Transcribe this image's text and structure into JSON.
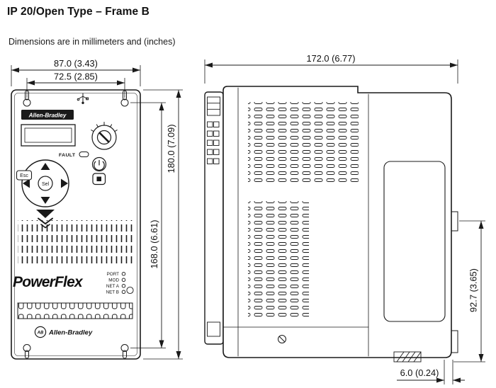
{
  "header": {
    "title": "IP 20/Open Type – Frame B",
    "subtitle": "Dimensions are in millimeters and (inches)"
  },
  "dimensions": {
    "overall_width": "87.0 (3.43)",
    "mounting_width": "72.5 (2.85)",
    "overall_height": "180.0 (7.09)",
    "mounting_height": "168.0 (6.61)",
    "overall_depth": "172.0 (6.77)",
    "din_height": "92.7 (3.65)",
    "din_offset": "6.0 (0.24)"
  },
  "device": {
    "brand_top": "Allen-Bradley",
    "brand_bottom": "Allen-Bradley",
    "ab_monogram": "AB",
    "fault_label": "FAULT",
    "esc_label": "Esc",
    "sel_label": "Sel",
    "product_logo": "PowerFlex",
    "status_labels": [
      "PORT",
      "MOD",
      "NET A",
      "NET B"
    ]
  },
  "colors": {
    "line": "#1a1a1a",
    "text": "#111111"
  }
}
